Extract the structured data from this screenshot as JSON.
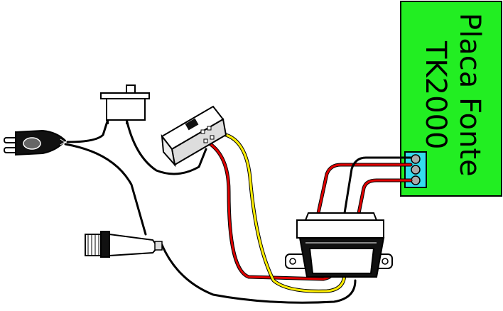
{
  "board": {
    "label_line1": "Placa Fonte",
    "label_line2": "TK2000",
    "color": "#22ee22",
    "terminal_color": "#33ddee"
  },
  "wire_colors": {
    "red": "#e00000",
    "yellow": "#ffee00",
    "black": "#000000"
  },
  "components": [
    "power-plug",
    "slide-switch",
    "voltage-selector-switch",
    "fuse-holder",
    "transformer",
    "terminal-block"
  ]
}
